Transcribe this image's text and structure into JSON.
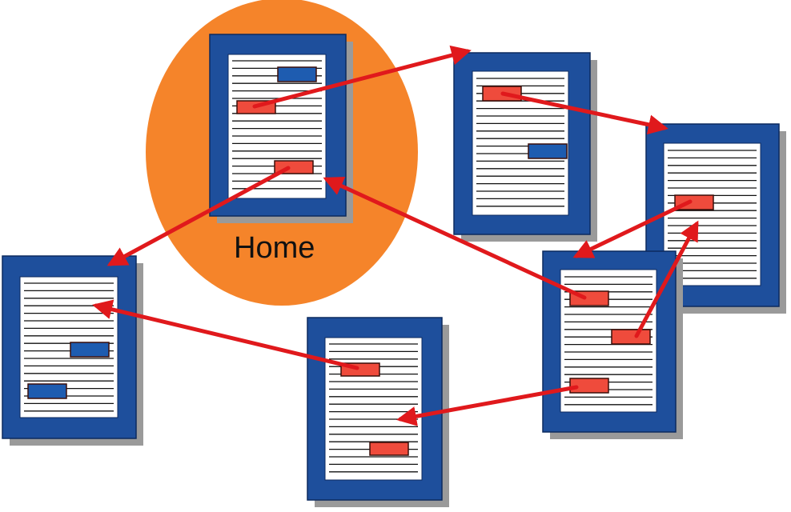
{
  "home_label": "Home",
  "colors": {
    "page_frame": "#1e4f9c",
    "page_shadow": "#9a9a9a",
    "page_inner": "#ffffff",
    "text_line": "#111111",
    "link_red": "#ef4b3c",
    "link_blue": "#1e5cb0",
    "arrow": "#e0191c",
    "home_circle": "#f5842a"
  },
  "pages": [
    {
      "id": "home"
    },
    {
      "id": "page-top-center"
    },
    {
      "id": "page-right"
    },
    {
      "id": "page-left"
    },
    {
      "id": "page-bottom-center"
    },
    {
      "id": "page-right-middle"
    }
  ]
}
